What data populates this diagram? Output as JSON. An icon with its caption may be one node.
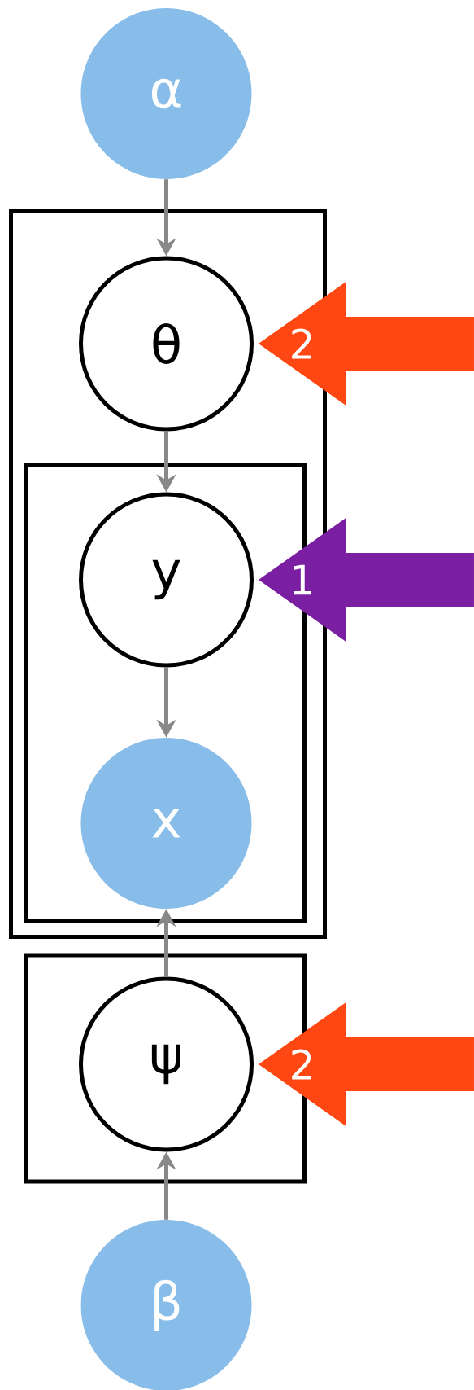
{
  "diagram": {
    "nodes": [
      {
        "text": [
          "α"
        ]
      },
      {
        "text": [],
        "shape": "box"
      },
      {
        "text": [
          "θ"
        ],
        "in": 1
      },
      {
        "text": [],
        "shape": "box",
        "in": 1
      },
      {
        "text": [
          "y"
        ],
        "in": 3
      },
      {
        "text": [
          "x"
        ],
        "in": 3
      },
      {
        "text": [],
        "shape": "box"
      },
      {
        "text": [
          "ψ"
        ],
        "in": 6
      },
      {
        "text": [
          "β"
        ]
      }
    ],
    "edges": [
      {
        "from": 0,
        "to": 2,
        "arrow": "to"
      },
      {
        "from": 2,
        "to": 4,
        "arrow": "to"
      },
      {
        "from": 4,
        "to": 5,
        "arrow": "to"
      },
      {
        "from": 7,
        "to": 5,
        "arrow": "to"
      },
      {
        "from": 8,
        "to": 7,
        "arrow": "to"
      },
      {
        "from": null,
        "to": 2,
        "arrow": "to",
        "label": "2",
        "style": "thick",
        "color": "#ff4713"
      },
      {
        "from": null,
        "to": 4,
        "arrow": "to",
        "label": "1",
        "style": "thick",
        "color": "#7b1fa2"
      },
      {
        "from": null,
        "to": 7,
        "arrow": "to",
        "label": "2",
        "style": "thick",
        "color": "#ff4713"
      }
    ]
  }
}
